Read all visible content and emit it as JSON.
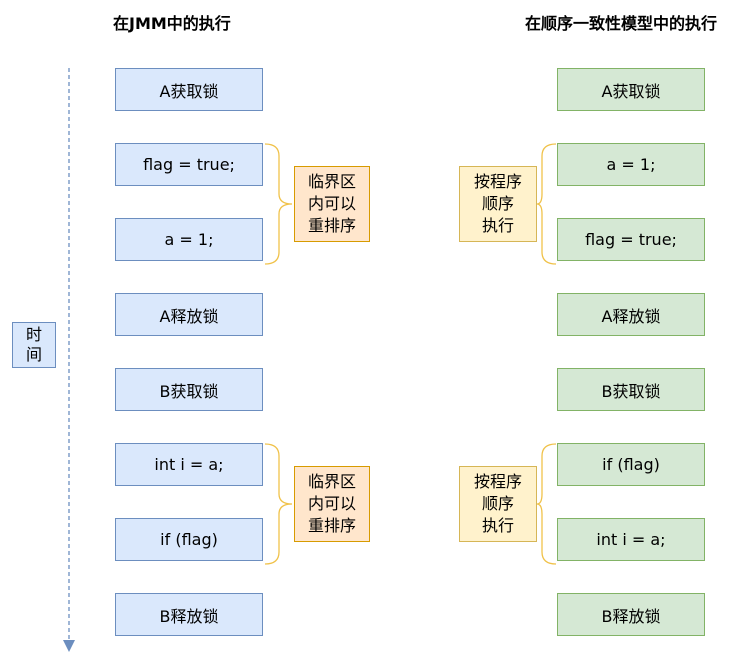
{
  "titles": {
    "jmm": "在JMM中的执行",
    "sc": "在顺序一致性模型中的执行"
  },
  "time_label": [
    "时",
    "间"
  ],
  "left_column": [
    "A获取锁",
    "flag = true;",
    "a = 1;",
    "A释放锁",
    "B获取锁",
    "int i = a;",
    "if (flag)",
    "B释放锁"
  ],
  "right_column": [
    "A获取锁",
    "a = 1;",
    "flag = true;",
    "A释放锁",
    "B获取锁",
    "if (flag)",
    "int i = a;",
    "B释放锁"
  ],
  "left_notes": [
    [
      "临界区",
      "内可以",
      "重排序"
    ],
    [
      "临界区",
      "内可以",
      "重排序"
    ]
  ],
  "right_notes": [
    [
      "按程序",
      "顺序",
      "执行"
    ],
    [
      "按程序",
      "顺序",
      "执行"
    ]
  ],
  "colors": {
    "blue_fill": "#dae8fc",
    "blue_stroke": "#6c8ebf",
    "green_fill": "#d5e8d4",
    "green_stroke": "#82b366",
    "orange_fill": "#ffe6cc",
    "orange_stroke": "#d79b00",
    "yellow_fill": "#fff2cc",
    "yellow_stroke": "#d6b656"
  }
}
